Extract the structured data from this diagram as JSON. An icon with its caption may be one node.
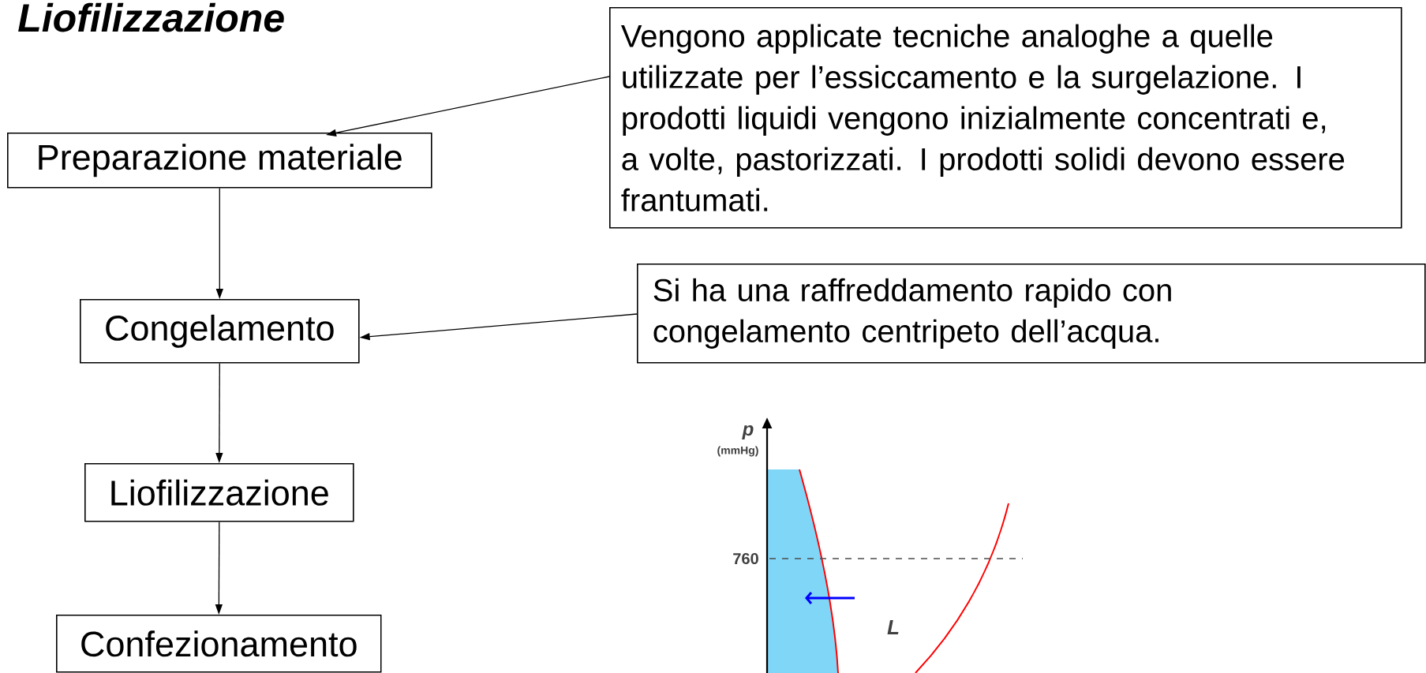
{
  "diagram": {
    "title": "Liofilizzazione",
    "nodes": [
      {
        "text": [
          "Preparazione materiale"
        ]
      },
      {
        "text": [
          "Congelamento"
        ]
      },
      {
        "text": [
          "Liofilizzazione"
        ]
      },
      {
        "text": [
          "Confezionamento"
        ]
      },
      {
        "text": [
          "Vengono applicate tecniche analoghe a quelle utilizzate per l’essiccamento e la surgelazione. I prodotti liquidi vengono inizialmente concentrati e, a volte, pastorizzati. I prodotti solidi devono essere frantumati."
        ]
      },
      {
        "text": [
          "Si ha una raffreddamento rapido con congelamento centripeto dell’acqua."
        ]
      }
    ],
    "edges": [
      {
        "from": 0,
        "to": 1,
        "arrow": "to"
      },
      {
        "from": 1,
        "to": 2,
        "arrow": "to"
      },
      {
        "from": 2,
        "to": 3,
        "arrow": "to"
      },
      {
        "from": 4,
        "to": 0,
        "arrow": "to"
      },
      {
        "from": 5,
        "to": 1,
        "arrow": "to"
      }
    ],
    "labels": [
      "p",
      "(mmHg)",
      "760",
      "L"
    ]
  }
}
